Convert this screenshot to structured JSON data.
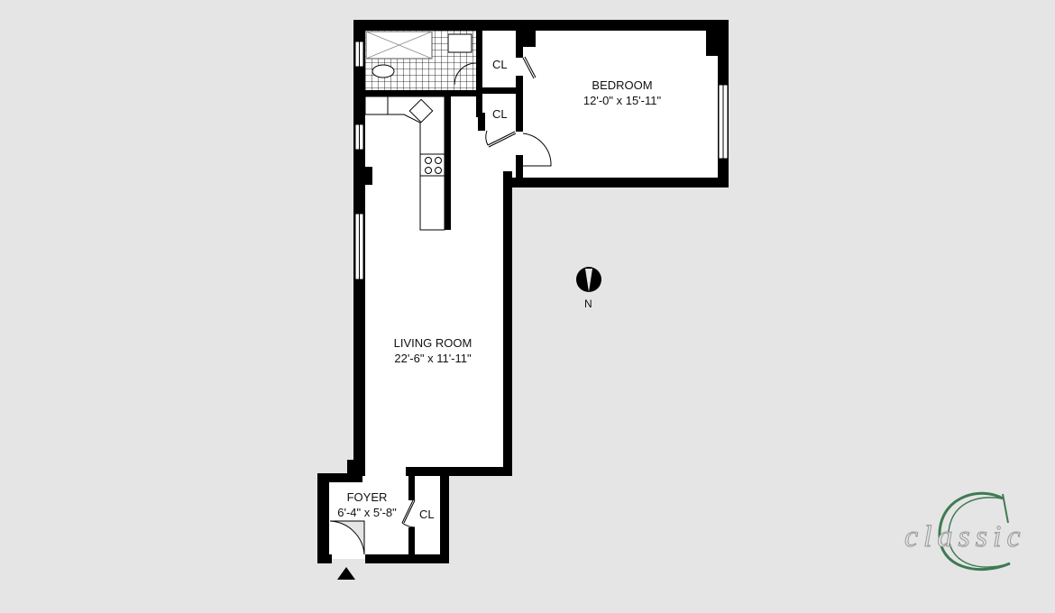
{
  "rooms": {
    "bedroom": {
      "name": "BEDROOM",
      "dims": "12'-0\" x 15'-11\""
    },
    "living_room": {
      "name": "LIVING ROOM",
      "dims": "22'-6\" x 11'-11\""
    },
    "foyer": {
      "name": "FOYER",
      "dims": "6'-4\" x 5'-8\""
    },
    "closets": [
      "CL",
      "CL",
      "CL"
    ]
  },
  "compass": {
    "label": "N"
  },
  "logo": {
    "text": "classic",
    "letter": "C"
  },
  "colors": {
    "background": "#e5e5e5",
    "wall": "#000000",
    "floor": "#ffffff",
    "logo_green": "#3f7a52"
  }
}
